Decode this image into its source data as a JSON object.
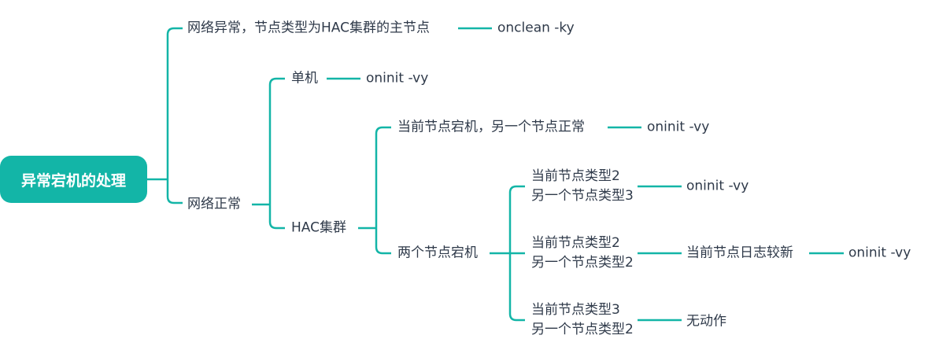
{
  "accent_color": "#13b5a7",
  "root": {
    "label": "异常宕机的处理"
  },
  "network_abnormal": {
    "label": "网络异常，节点类型为HAC集群的主节点",
    "action": "onclean -ky"
  },
  "network_normal": {
    "label": "网络正常",
    "standalone": {
      "label": "单机",
      "action": "oninit -vy"
    },
    "hac": {
      "label": "HAC集群",
      "one_down": {
        "label": "当前节点宕机，另一个节点正常",
        "action": "oninit -vy"
      },
      "both_down": {
        "label": "两个节点宕机",
        "cases": [
          {
            "line1": "当前节点类型2",
            "line2": "另一个节点类型3",
            "action": "oninit -vy"
          },
          {
            "line1": "当前节点类型2",
            "line2": "另一个节点类型2",
            "condition": "当前节点日志较新",
            "action": "oninit -vy"
          },
          {
            "line1": "当前节点类型3",
            "line2": "另一个节点类型2",
            "action": "无动作"
          }
        ]
      }
    }
  }
}
